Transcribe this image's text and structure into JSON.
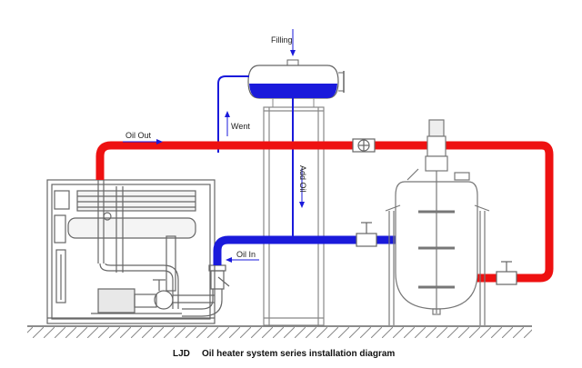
{
  "diagram": {
    "caption_model": "LJD",
    "caption_text": "Oil heater system  series installation diagram",
    "labels": {
      "filling": "Filling",
      "went": "Went",
      "oil_out": "Oil Out",
      "add_oil": "Add Oil",
      "oil_in": "Oil In"
    },
    "components": [
      "oil-heater-unit",
      "expansion-tank",
      "tank-support-column",
      "reactor-vessel",
      "circulation-pump",
      "y-strainer",
      "valves"
    ],
    "colors": {
      "hot_oil": "#ee1111",
      "cold_oil": "#1a1adb",
      "line": "#555555",
      "ground": "#777777"
    }
  }
}
